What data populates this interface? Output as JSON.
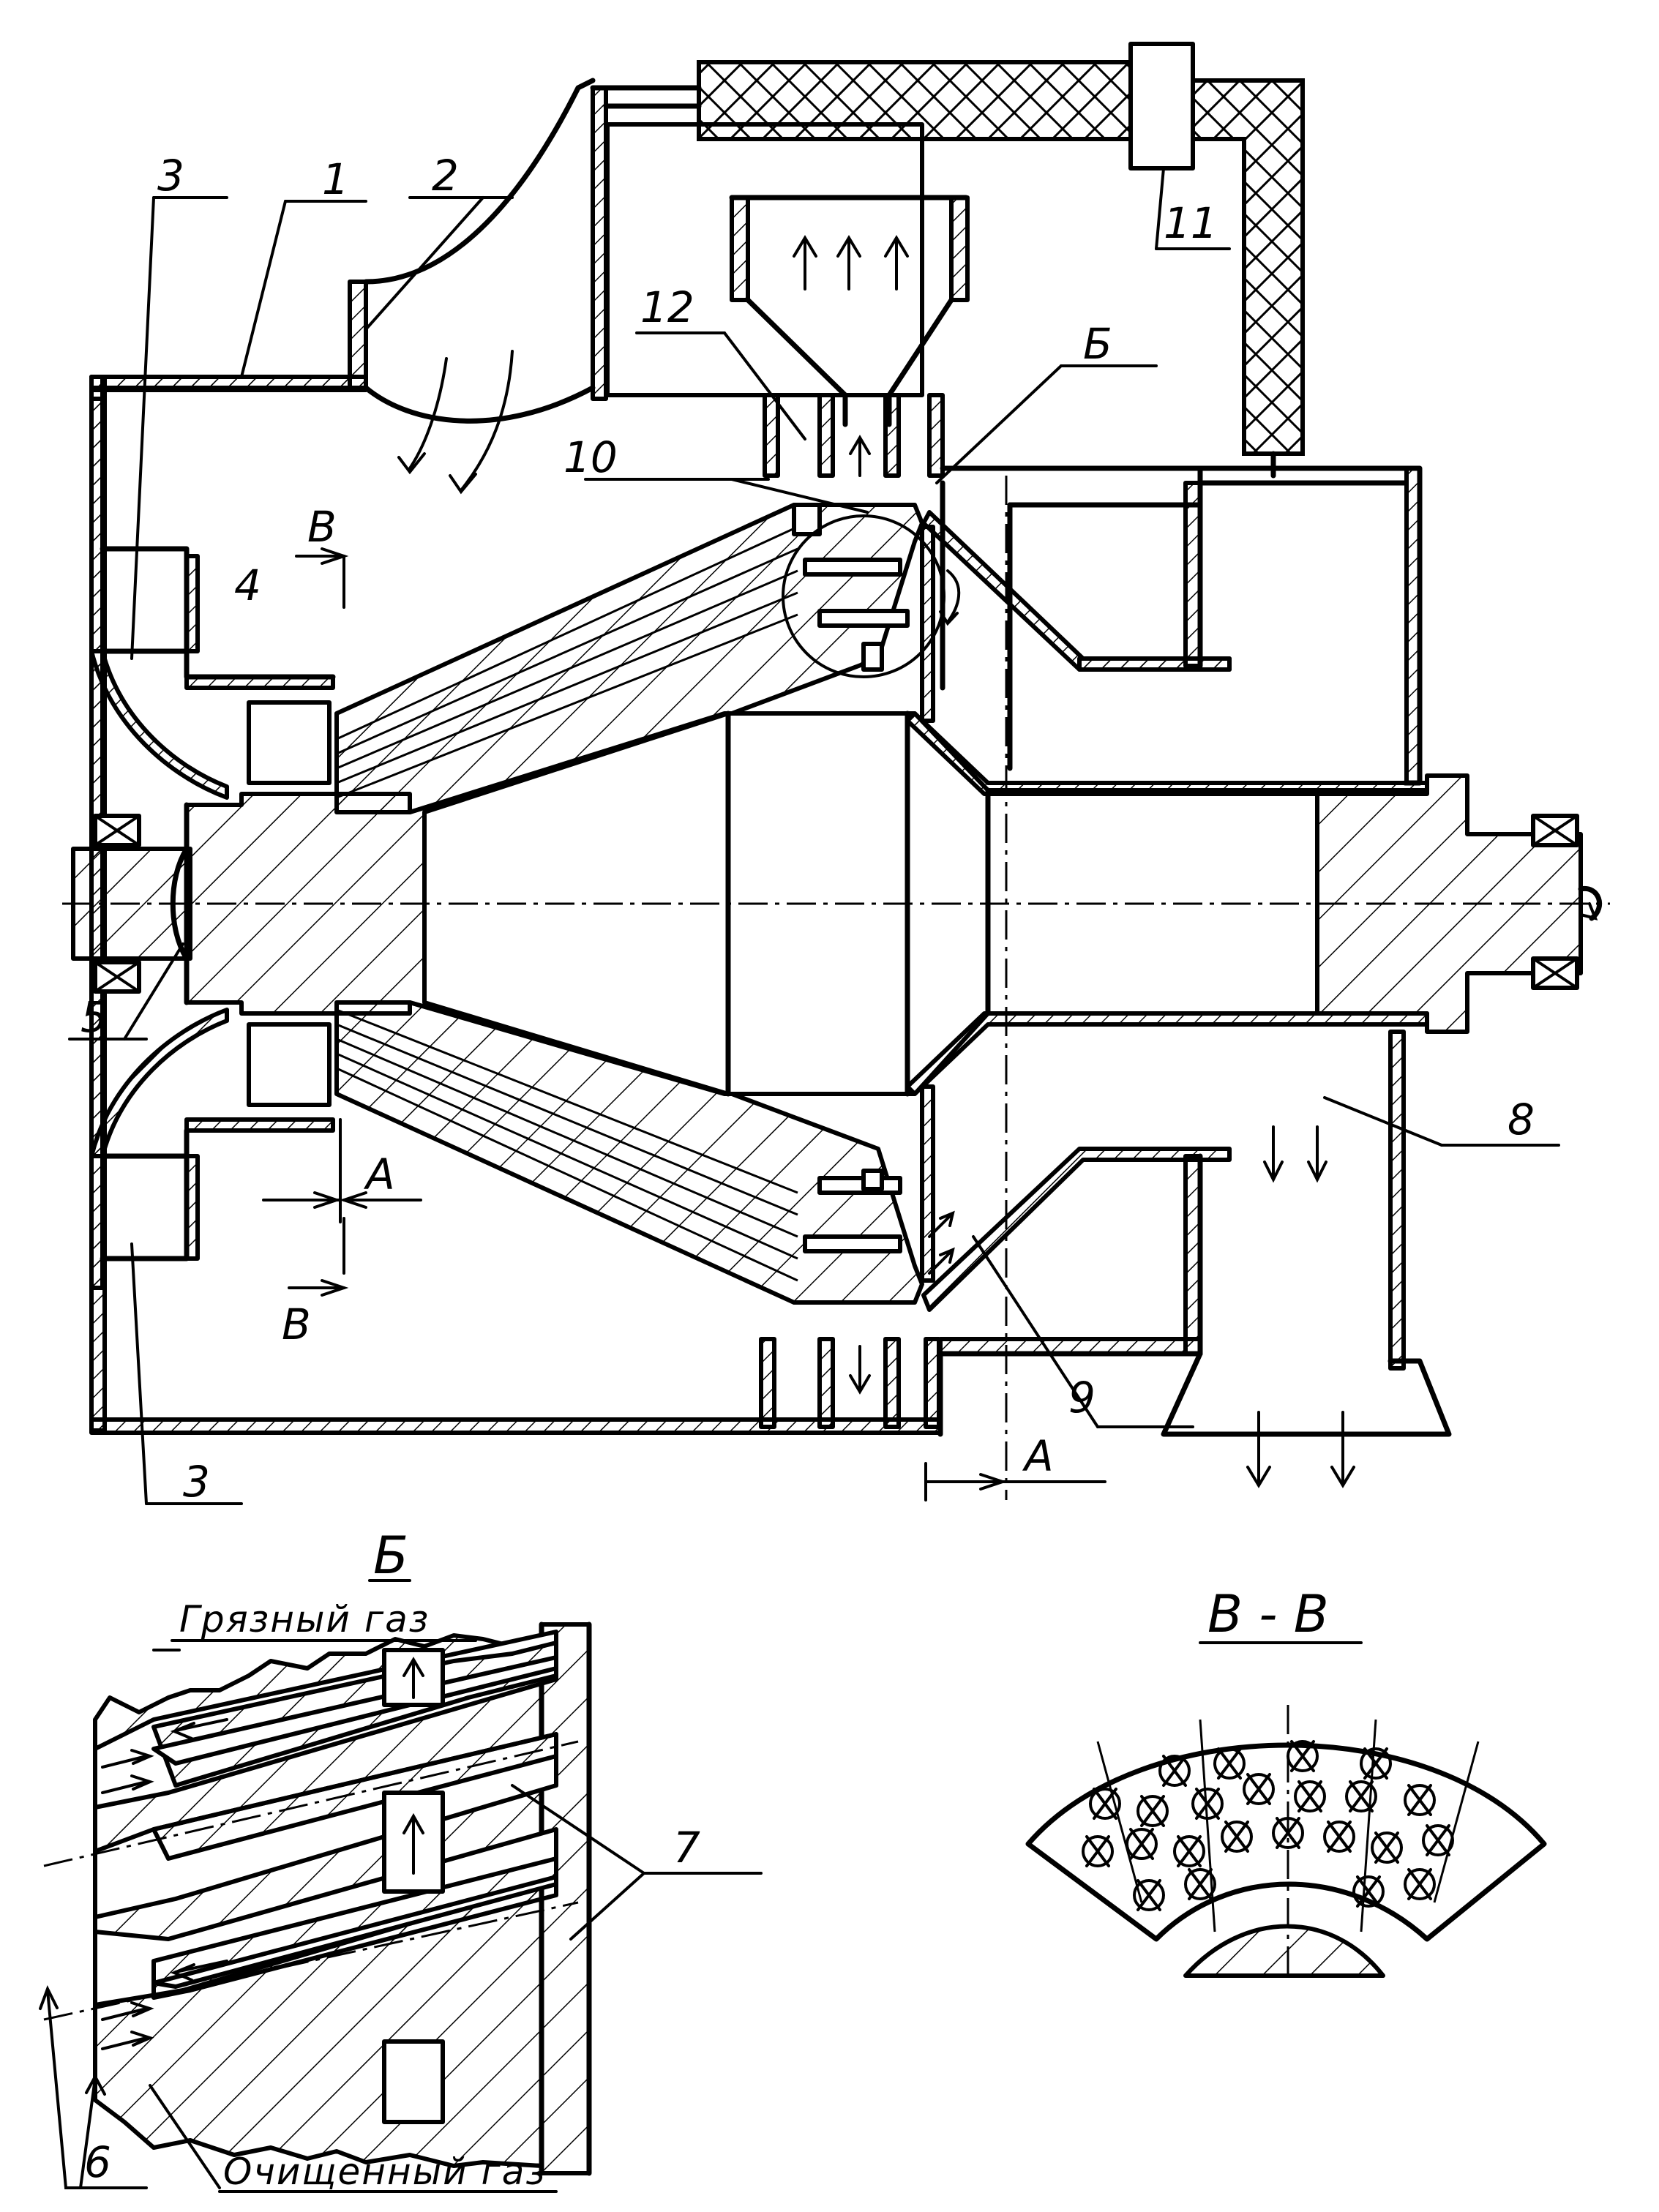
{
  "labels": {
    "l1": "1",
    "l2": "2",
    "l3a": "3",
    "l3b": "3",
    "l4": "4",
    "l5": "5",
    "l6": "6",
    "l7": "7",
    "l8": "8",
    "l9": "9",
    "l10": "10",
    "l11": "11",
    "l12": "12",
    "b_top": "Б",
    "v_top": "В",
    "v_bottom": "В",
    "a_left": "А",
    "a_bottom": "А"
  },
  "detail_b": {
    "title": "Б",
    "dirty_gas": "Грязный газ",
    "clean_gas": "Очищенный газ"
  },
  "section_vv": {
    "title": "В - В"
  }
}
